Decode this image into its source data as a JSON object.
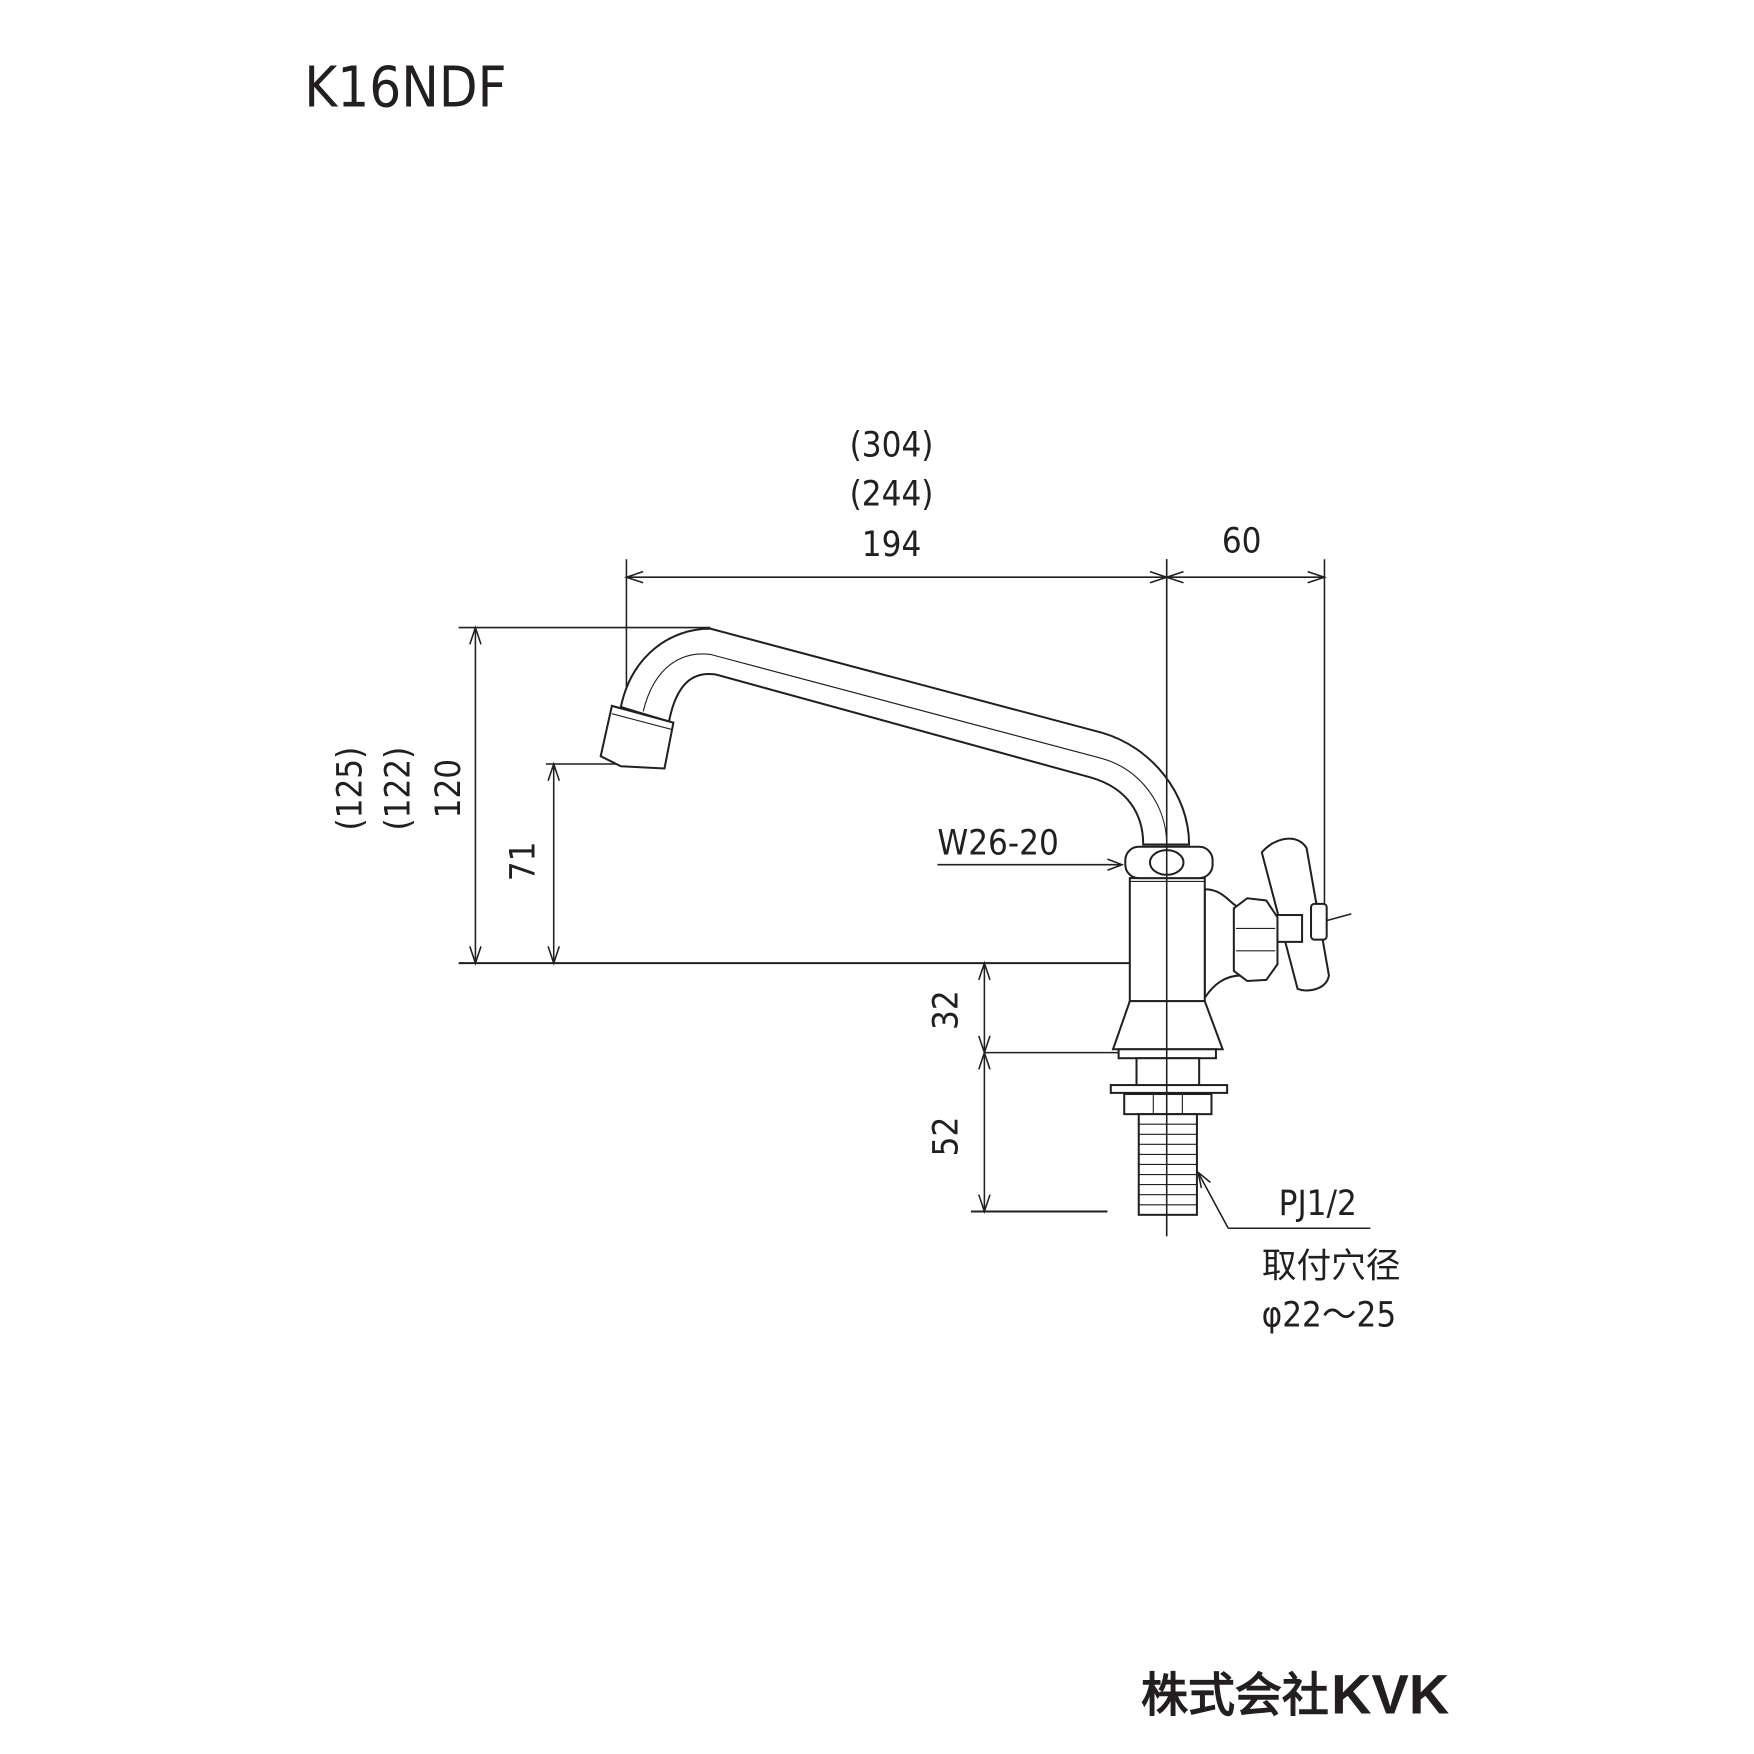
{
  "title": "K16NDF",
  "dimensions": {
    "width_total_1": "(304)",
    "width_total_2": "(244)",
    "spout_reach": "194",
    "handle_reach": "60",
    "height_1": "(125)",
    "height_2": "(122)",
    "height_3": "120",
    "outlet_height": "71",
    "base_height": "32",
    "shank_length": "52"
  },
  "labels": {
    "outlet_thread": "W26-20",
    "connection": "PJ1/2",
    "mount_hole_label": "取付穴径",
    "mount_hole_value": "φ22～25"
  },
  "brand": {
    "company": "株式会社",
    "name": "KVK"
  }
}
